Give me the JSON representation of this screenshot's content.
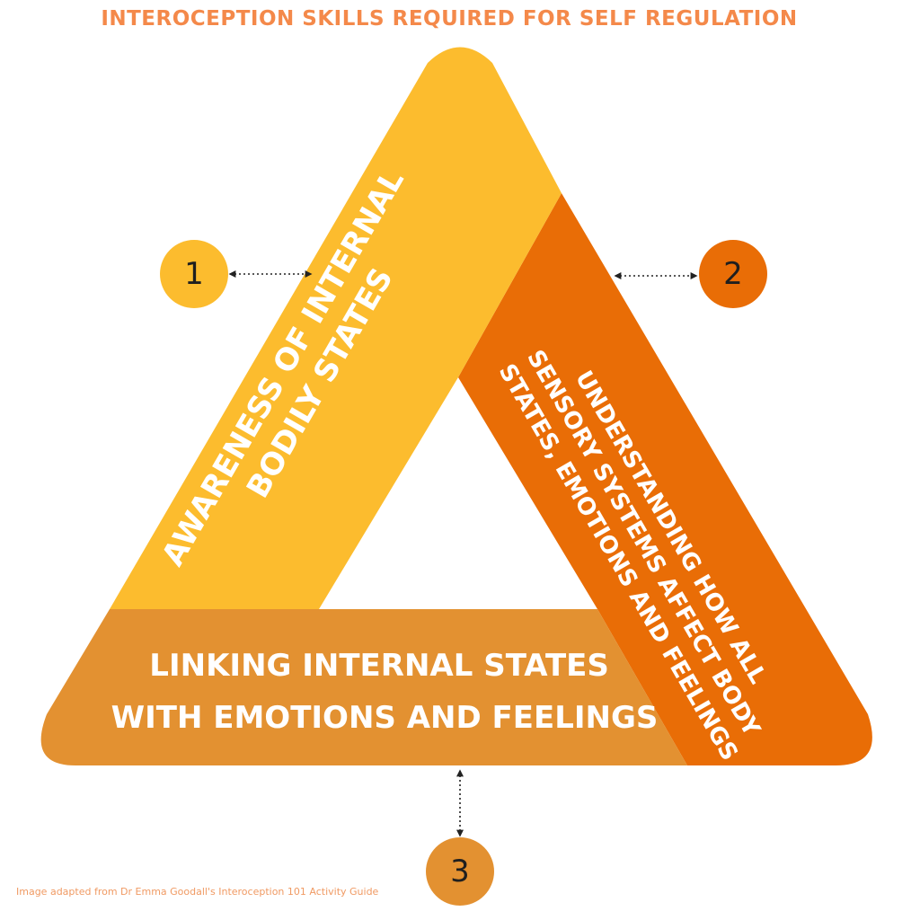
{
  "title": "INTEROCEPTION SKILLS REQUIRED FOR SELF REGULATION",
  "sides": {
    "left": {
      "number": "1",
      "lines": [
        "AWARENESS OF INTERNAL",
        "BODILY STATES"
      ],
      "color": "#fcbc2e"
    },
    "right": {
      "number": "2",
      "lines": [
        "UNDERSTANDING HOW ALL",
        "SENSORY SYSTEMS AFFECT BODY",
        "STATES, EMOTIONS AND FEELINGS"
      ],
      "color": "#e96d06"
    },
    "bottom": {
      "number": "3",
      "lines": [
        "LINKING INTERNAL STATES",
        "WITH EMOTIONS AND FEELINGS"
      ],
      "color": "#e39131"
    }
  },
  "markers": {
    "one_color": "#fcbc2e",
    "two_color": "#e96d06",
    "three_color": "#e39131"
  },
  "credit": "Image adapted from Dr Emma Goodall's Interoception 101 Activity Guide"
}
